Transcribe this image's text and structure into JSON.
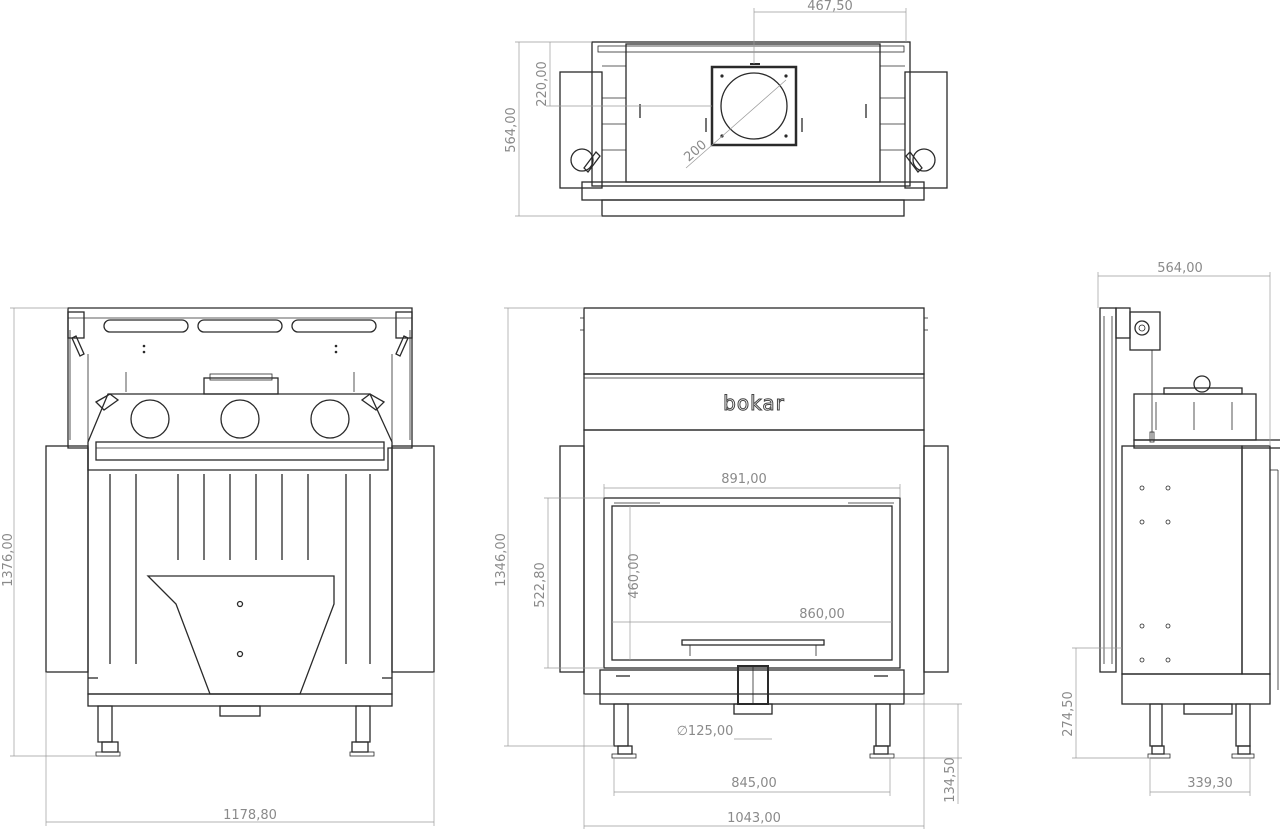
{
  "brand": {
    "logo_text": "bokar"
  },
  "top_view": {
    "dims": {
      "width_partial": "467,50",
      "depth": "564,00",
      "offset": "220,00",
      "flue_diameter": "200"
    }
  },
  "left_view": {
    "dims": {
      "height": "1376,00",
      "width": "1178,80"
    }
  },
  "front_view": {
    "dims": {
      "height": "1346,00",
      "door_width": "891,00",
      "door_height": "522,80",
      "glass_height": "460,00",
      "glass_width": "860,00",
      "inlet_diameter": "∅125,00",
      "leg_span": "845,00",
      "total_width": "1043,00",
      "leg_height": "134,50"
    }
  },
  "side_view": {
    "dims": {
      "depth": "564,00",
      "base_height": "274,50",
      "leg_depth": "339,30"
    }
  },
  "colors": {
    "line": "#2a2a2a",
    "dimension": "#8a8a8a"
  }
}
